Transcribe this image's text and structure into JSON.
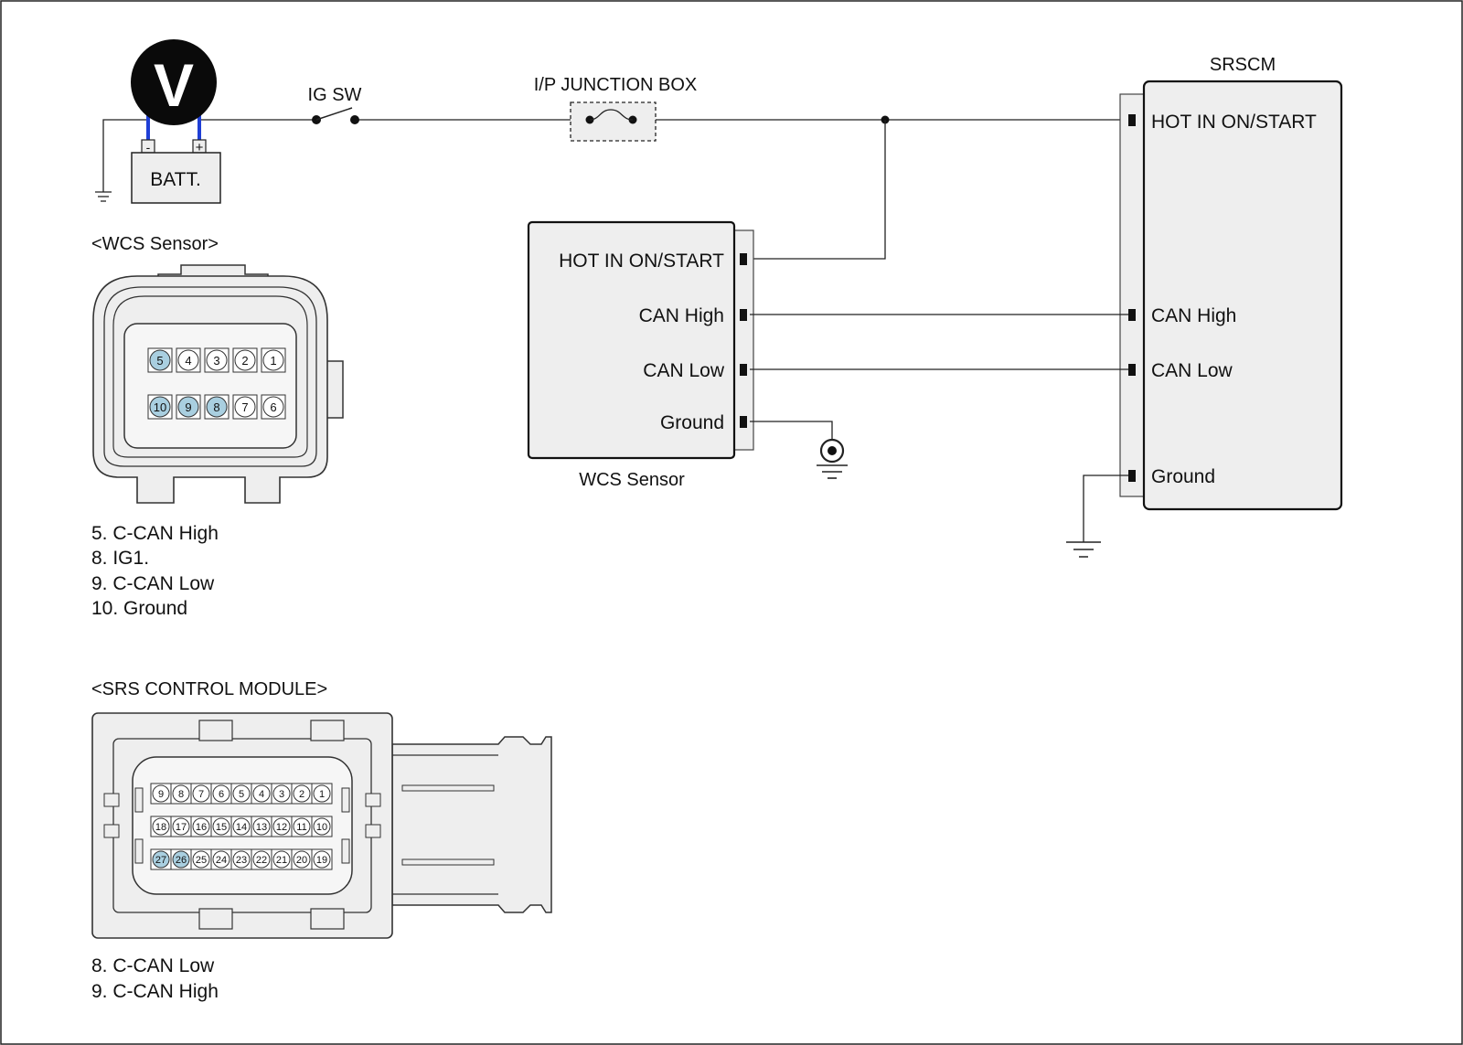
{
  "battery": {
    "meter_symbol": "V",
    "label": "BATT.",
    "neg": "-",
    "pos": "+"
  },
  "ig_switch": {
    "label": "IG SW"
  },
  "junction_box": {
    "label": "I/P JUNCTION BOX"
  },
  "srscm": {
    "title": "SRSCM",
    "pins": [
      "HOT IN ON/START",
      "CAN High",
      "CAN Low",
      "Ground"
    ]
  },
  "wcs_module": {
    "caption": "WCS Sensor",
    "pins": [
      "HOT IN ON/START",
      "CAN High",
      "CAN Low",
      "Ground"
    ]
  },
  "wcs_connector": {
    "title": "<WCS Sensor>",
    "row1": [
      "5",
      "4",
      "3",
      "2",
      "1"
    ],
    "row2": [
      "10",
      "9",
      "8",
      "7",
      "6"
    ],
    "highlighted": [
      "5",
      "10",
      "9",
      "8"
    ],
    "notes": [
      "5. C-CAN High",
      "8. IG1.",
      "9. C-CAN Low",
      "10. Ground"
    ]
  },
  "srs_connector": {
    "title": "<SRS CONTROL MODULE>",
    "row1": [
      "9",
      "8",
      "7",
      "6",
      "5",
      "4",
      "3",
      "2",
      "1"
    ],
    "row2": [
      "18",
      "17",
      "16",
      "15",
      "14",
      "13",
      "12",
      "11",
      "10"
    ],
    "row3": [
      "27",
      "26",
      "25",
      "24",
      "23",
      "22",
      "21",
      "20",
      "19"
    ],
    "highlighted": [
      "27",
      "26"
    ],
    "notes": [
      "8. C-CAN Low",
      "9. C-CAN High"
    ]
  },
  "colors": {
    "pin_highlight": "#a9cfe0",
    "battery_lead": "#1f3fd6",
    "box_fill": "#eeeeee",
    "line": "#222222"
  }
}
